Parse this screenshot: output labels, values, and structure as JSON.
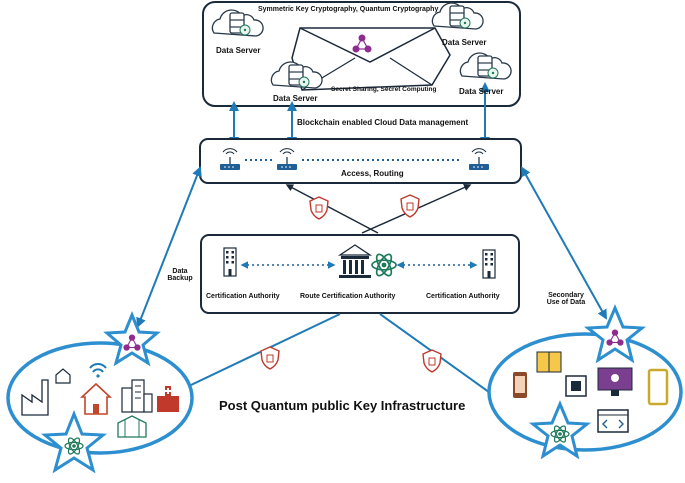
{
  "cloud": {
    "top_label": "Symmetric Key Cryptography, Quantum Cryptography",
    "middle_label": "Secret Sharing, Secret Computing",
    "servers": [
      {
        "label": "Data Server"
      },
      {
        "label": "Data Server"
      },
      {
        "label": "Data Server"
      },
      {
        "label": "Data Server"
      }
    ]
  },
  "blockchain_label": "Blockchain enabled Cloud Data management",
  "access_label": "Access, Routing",
  "ca_box": {
    "left_label": "Certification Authority",
    "center_label": "Route Certification Authority",
    "right_label": "Certification Authority"
  },
  "data_backup_label": [
    "Data",
    "Backup"
  ],
  "secondary_label": [
    "Secondary",
    "Use of Data"
  ],
  "pqpki_label": "Post Quantum public Key Infrastructure",
  "colors": {
    "accent": "#1f7ab8",
    "line_dark": "#1b2a3a",
    "shield": "#c0392b",
    "atom": "#1f7a5a",
    "node_purple": "#8e2c8f"
  }
}
